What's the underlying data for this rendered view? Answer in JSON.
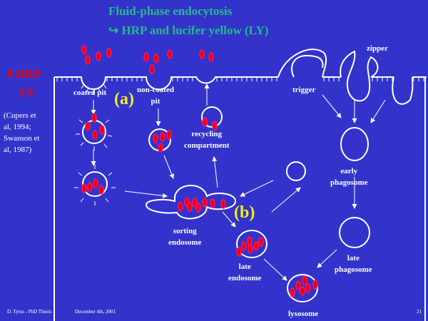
{
  "title": {
    "line1": "Fluid-phase endocytosis",
    "arrow_icon": "↪",
    "line2": "HRP and lucifer yellow (LY)"
  },
  "legend": {
    "hrp": "HRP",
    "ly": "LY",
    "hrp_color": "#ee0000",
    "ly_color": "#ff1166"
  },
  "reference": {
    "lines": [
      "(Cupers et",
      "al, 1994;",
      "Swanson et",
      "al, 1987)"
    ]
  },
  "labels": {
    "coated_pit": "coated pit",
    "non_coated_pit_1": "non-coated",
    "non_coated_pit_2": "pit",
    "recycling_1": "recycling",
    "recycling_2": "compartment",
    "sorting_1": "sorting",
    "sorting_2": "endosome",
    "late_endosome_1": "late",
    "late_endosome_2": "endosome",
    "lysosome": "lysosome",
    "trigger": "trigger",
    "zipper": "zipper",
    "early_phagosome_1": "early",
    "early_phagosome_2": "phagosome",
    "late_phagosome_1": "late",
    "late_phagosome_2": "phagosome"
  },
  "pathway_tags": {
    "a": "(a)",
    "b": "(b)"
  },
  "footer": {
    "author": "D. Tytus - PhD Thesis",
    "date": "December 4th, 2001",
    "page": "21"
  },
  "colors": {
    "background": "#3333cc",
    "title": "#22bb88",
    "tag": "#eeee22",
    "line": "#ffffff"
  }
}
